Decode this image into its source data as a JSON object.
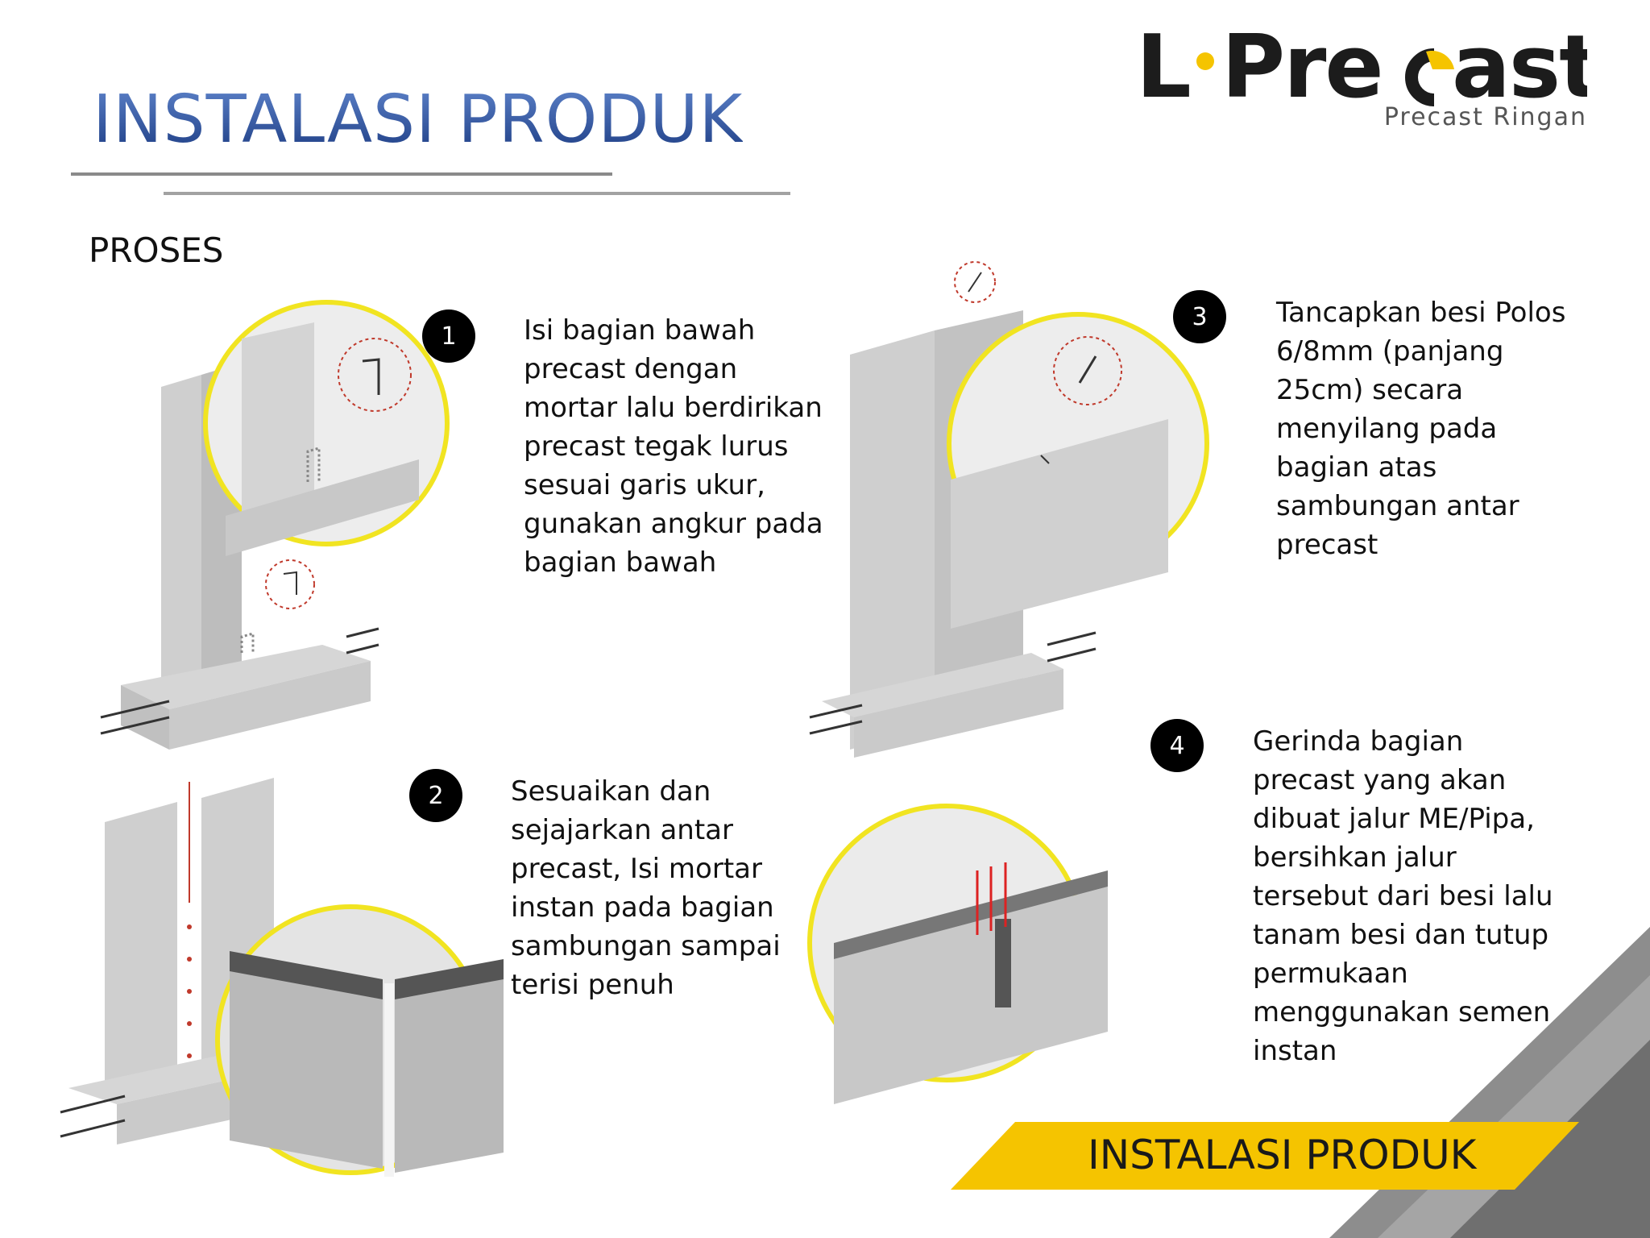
{
  "header": {
    "title": "INSTALASI PRODUK",
    "section": "PROSES"
  },
  "logo": {
    "wordmark": "L·Precast",
    "tagline": "Precast Ringan",
    "accent_color": "#F5C400"
  },
  "steps": [
    {
      "number": "1",
      "text": "Isi bagian bawah\nprecast dengan\nmortar lalu berdirikan\nprecast tegak lurus\nsesuai garis ukur,\ngunakan angkur pada\nbagian bawah"
    },
    {
      "number": "2",
      "text": "Sesuaikan dan\nsejajarkan antar\nprecast, Isi mortar\ninstan pada bagian\nsambungan sampai\nterisi penuh"
    },
    {
      "number": "3",
      "text": "Tancapkan besi Polos\n6/8mm (panjang\n25cm) secara\nmenyilang pada\nbagian atas\nsambungan antar\nprecast"
    },
    {
      "number": "4",
      "text": "Gerinda bagian\nprecast yang akan\ndibuat jalur ME/Pipa,\nbersihkan jalur\ntersebut dari besi lalu\ntanam besi dan tutup\npermukaan\nmenggunakan semen\ninstan"
    }
  ],
  "footer": {
    "label": "INSTALASI PRODUK",
    "banner_color": "#F5C400"
  }
}
